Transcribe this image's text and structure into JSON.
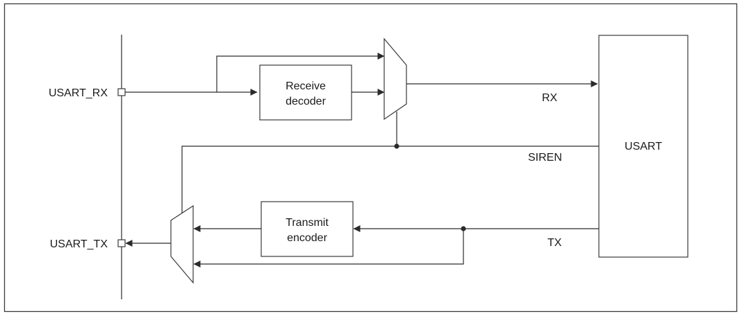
{
  "pins": {
    "rx": "USART_RX",
    "tx": "USART_TX"
  },
  "blocks": {
    "receive_decoder": [
      "Receive",
      "decoder"
    ],
    "transmit_encoder": [
      "Transmit",
      "encoder"
    ],
    "usart": "USART"
  },
  "signals": {
    "rx": "RX",
    "siren": "SIREN",
    "tx": "TX"
  },
  "colors": {
    "line": "#2b2b2b",
    "border": "#3a3a3a",
    "background": "#ffffff"
  }
}
